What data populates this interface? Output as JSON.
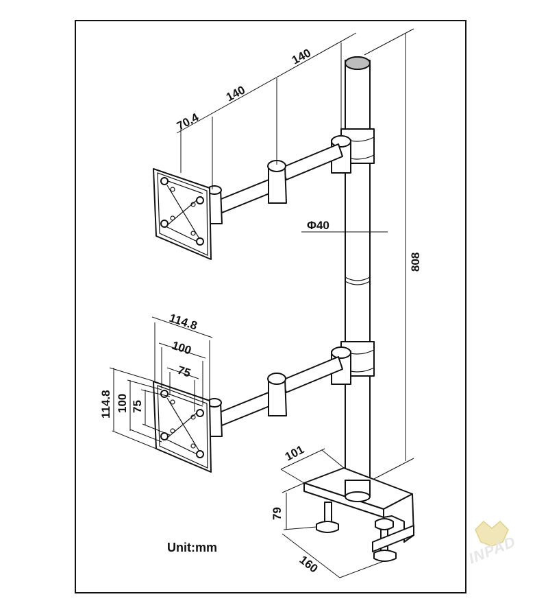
{
  "unit_label": "Unit:mm",
  "brand_logo_text": "INPAD",
  "dimensions": {
    "arm_depth_1": "70.4",
    "arm_segment_1": "140",
    "arm_segment_2": "140",
    "pole_diameter": "Φ40",
    "pole_height": "808",
    "vesa_plate_width": "114.8",
    "vesa_100_width": "100",
    "vesa_75_width": "75",
    "vesa_plate_height": "114.8",
    "vesa_100_height": "100",
    "vesa_75_height": "75",
    "clamp_depth": "101",
    "clamp_height": "79",
    "clamp_length": "160"
  },
  "colors": {
    "line": "#111111",
    "logo": "#e6e6e6"
  }
}
